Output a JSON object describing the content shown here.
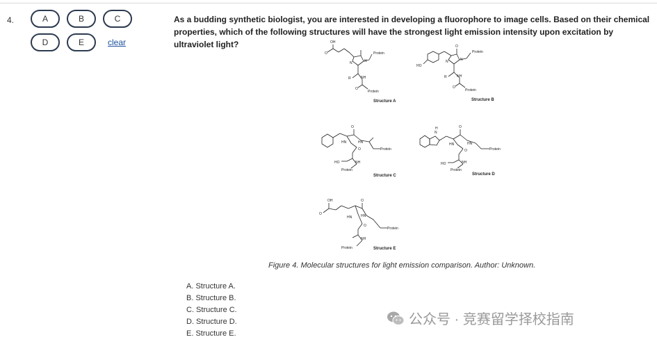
{
  "question": {
    "number": "4.",
    "text": "As a budding synthetic biologist, you are interested in developing a fluorophore to image cells. Based on their chemical properties, which of the following structures will have the strongest light emission intensity upon excitation by ultraviolet light?"
  },
  "answer_bubbles": [
    "A",
    "B",
    "C",
    "D",
    "E"
  ],
  "clear_label": "clear",
  "figure": {
    "caption": "Figure 4. Molecular structures for light emission comparison. Author: Unknown.",
    "structures": {
      "a": {
        "label": "Structure A",
        "oh": "OH",
        "o1": "O",
        "protein_top": "Protein",
        "n1": "N",
        "n2": "N",
        "r": "R",
        "nh": "NH",
        "o2": "O",
        "protein_bottom": "Protein"
      },
      "b": {
        "label": "Structure B",
        "ho": "HO",
        "o1": "O",
        "protein_top": "Protein",
        "n1": "N",
        "n2": "N",
        "r": "R",
        "nh": "NH",
        "o2": "O",
        "protein_bottom": "Protein"
      },
      "c": {
        "label": "Structure C",
        "o1": "O",
        "hn1": "HN",
        "hn2": "HN",
        "o2": "O",
        "protein_right": "Protein",
        "ho": "HO",
        "nh": "NH",
        "protein_bottom": "Protein"
      },
      "d": {
        "label": "Structure D",
        "h": "H",
        "n": "N",
        "o1": "O",
        "hn1": "HN",
        "hn2": "HN",
        "o2": "O",
        "protein_right": "Protein",
        "ho": "HO",
        "nh": "NH",
        "protein_bottom": "Protein"
      },
      "e": {
        "label": "Structure E",
        "oh": "OH",
        "o0": "O",
        "o1": "O",
        "hn1": "HN",
        "hn2": "HN",
        "o2": "O",
        "protein_right": "Protein",
        "nh": "NH",
        "protein_bottom": "Protein"
      }
    }
  },
  "choices": [
    "A. Structure A.",
    "B. Structure B.",
    "C. Structure C.",
    "D. Structure D.",
    "E. Structure E."
  ],
  "watermark": {
    "text": "公众号 · 竞赛留学择校指南",
    "icon": "wechat-icon"
  }
}
